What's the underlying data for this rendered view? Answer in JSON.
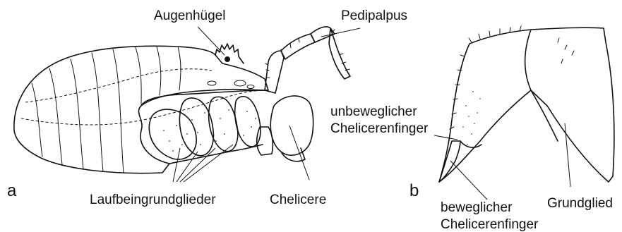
{
  "panels": {
    "a": "a",
    "b": "b"
  },
  "labels": {
    "augenhuegel": "Augenhügel",
    "pedipalpus": "Pedipalpus",
    "laufbein": "Laufbeingrundglieder",
    "chelicere": "Chelicere",
    "unbeweglicher_1": "unbeweglicher",
    "unbeweglicher_2": "Chelicerenfinger",
    "beweglicher_1": "beweglicher",
    "beweglicher_2": "Chelicerenfinger",
    "grundglied": "Grundglied"
  }
}
